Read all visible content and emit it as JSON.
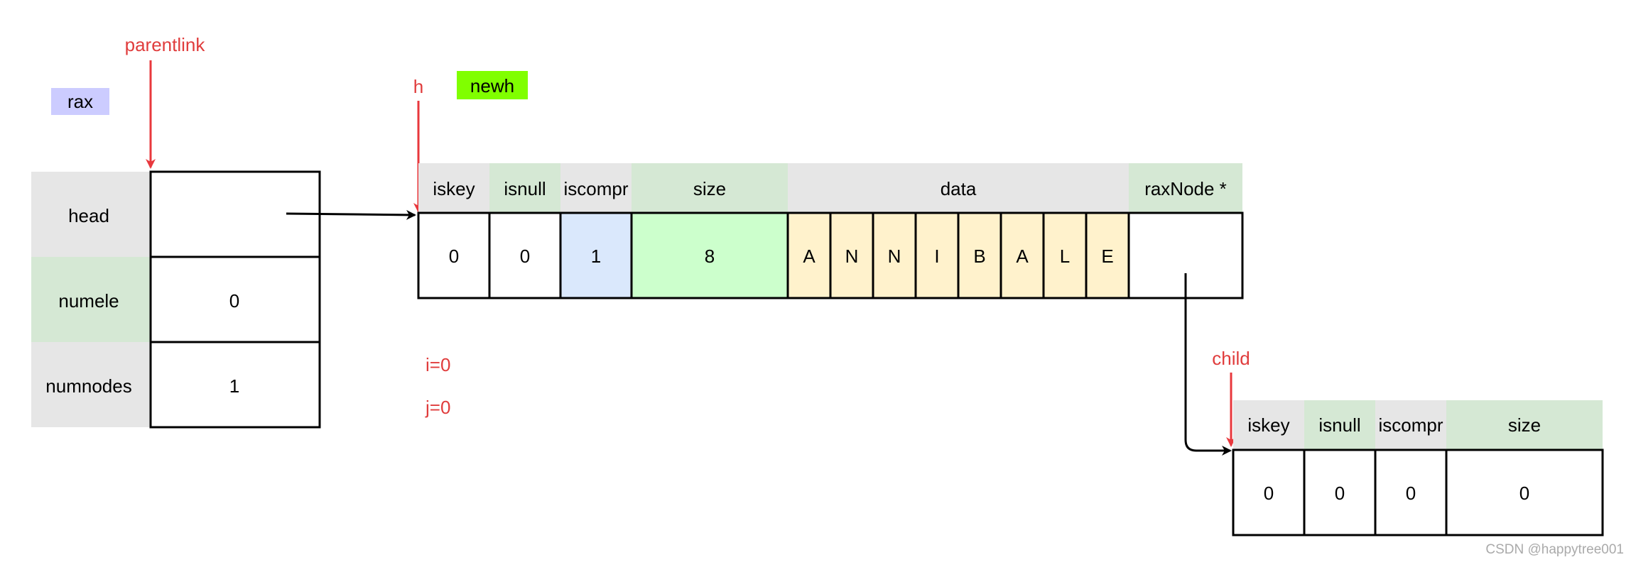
{
  "labels": {
    "parentlink": "parentlink",
    "rax": "rax",
    "h": "h",
    "newh": "newh",
    "child": "child",
    "i": "i=0",
    "j": "j=0",
    "watermark": "CSDN @happytree001"
  },
  "rax_struct": {
    "fields": [
      {
        "name": "head",
        "value": ""
      },
      {
        "name": "numele",
        "value": "0"
      },
      {
        "name": "numnodes",
        "value": "1"
      }
    ]
  },
  "node_h": {
    "headers": {
      "iskey": "iskey",
      "isnull": "isnull",
      "iscompr": "iscompr",
      "size": "size",
      "data": "data",
      "ptr": "raxNode *"
    },
    "values": {
      "iskey": "0",
      "isnull": "0",
      "iscompr": "1",
      "size": "8"
    },
    "data": [
      "A",
      "N",
      "N",
      "I",
      "B",
      "A",
      "L",
      "E"
    ]
  },
  "node_child": {
    "headers": {
      "iskey": "iskey",
      "isnull": "isnull",
      "iscompr": "iscompr",
      "size": "size"
    },
    "values": {
      "iskey": "0",
      "isnull": "0",
      "iscompr": "0",
      "size": "0"
    }
  },
  "colors": {
    "label_red": "#e03c3c",
    "arrow_red": "#e8383d",
    "header_gray": "#e6e6e6",
    "header_green": "#d5e8d4",
    "rax_tag": "#ccccff",
    "newh_tag": "#80ff00",
    "iscompr_fill": "#dae8fc",
    "size_fill": "#ccffcc",
    "data_fill": "#fff2cc",
    "stroke": "#000000",
    "watermark": "#aaaaaa"
  }
}
